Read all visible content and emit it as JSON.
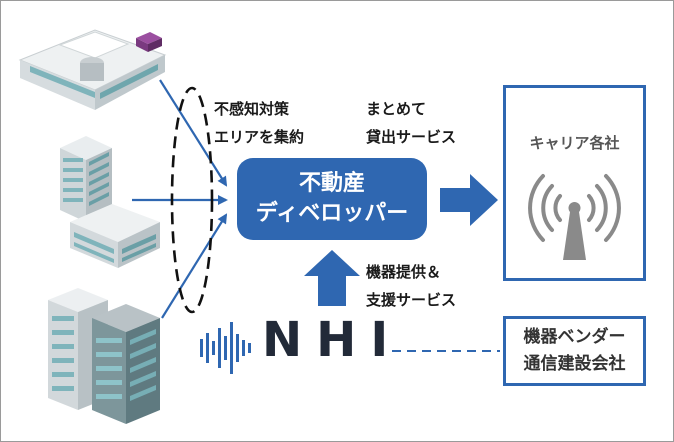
{
  "developer": {
    "line1": "不動産",
    "line2": "ディベロッパー"
  },
  "labels": {
    "aggregation": "不感知対策\nエリアを集約",
    "bulk_lease": "まとめて\n貸出サービス",
    "equipment_support": "機器提供＆\n支援サービス"
  },
  "carrier": {
    "title": "キャリア各社"
  },
  "vendor": {
    "line1": "機器ベンダー",
    "line2": "通信建設会社"
  },
  "nhi": {
    "logo_text": "NHI"
  },
  "colors": {
    "primary_blue": "#2f67b1",
    "building_teal": "#7fb4bb",
    "antenna_gray": "#8a8a8a"
  }
}
